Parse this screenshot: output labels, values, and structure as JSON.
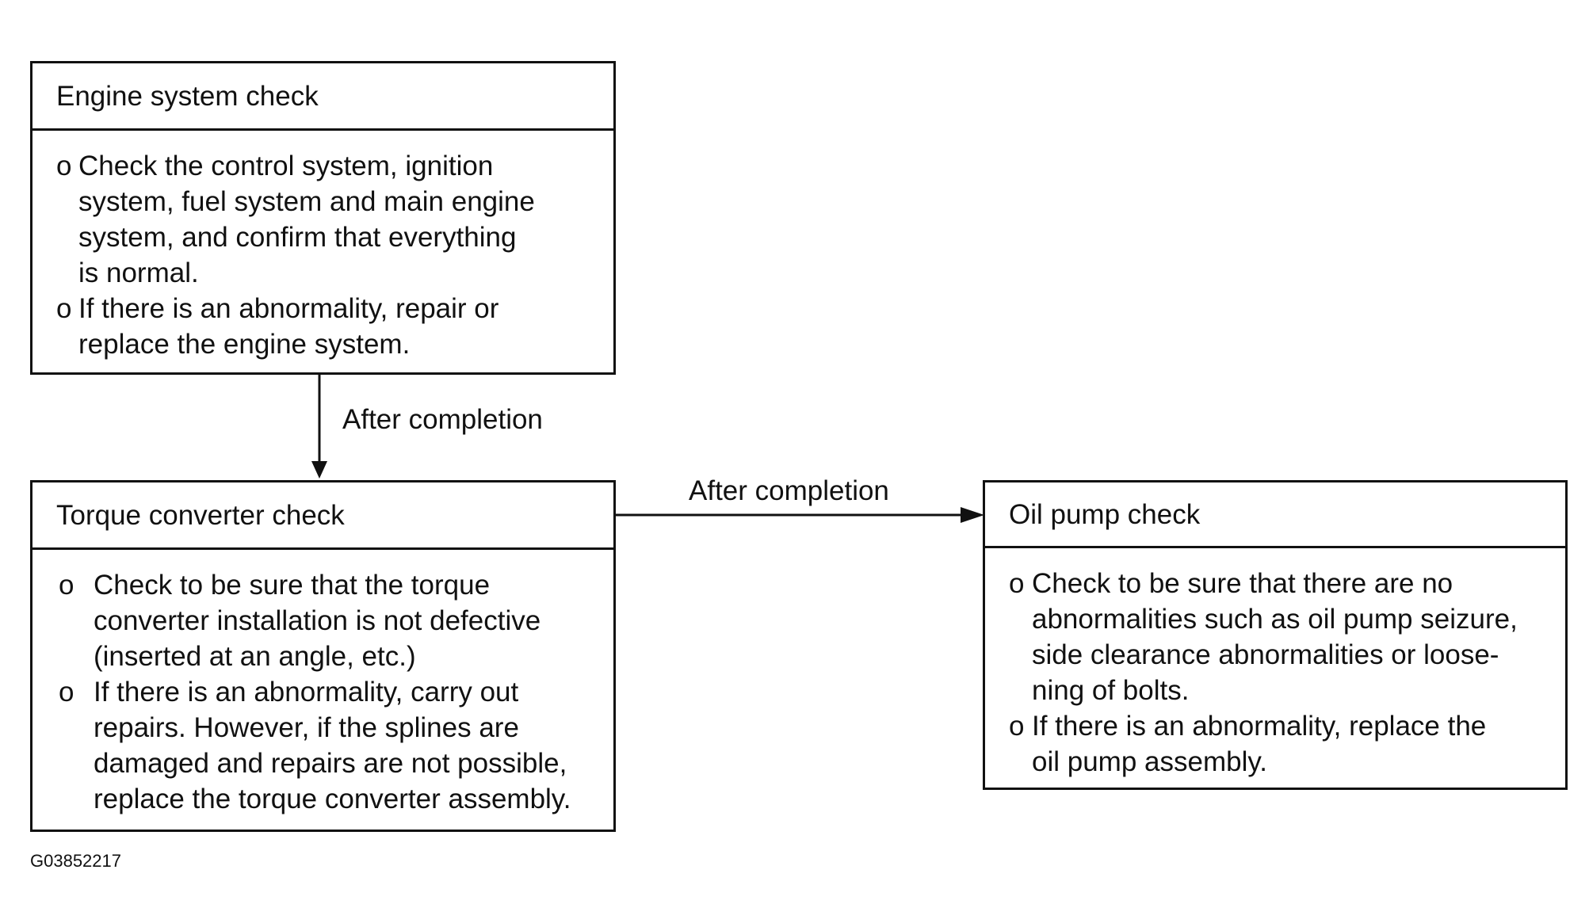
{
  "boxes": {
    "engine": {
      "title": "Engine system check",
      "bullets": [
        {
          "marker": "o",
          "lines": [
            "Check the control system, ignition",
            "system, fuel system and main engine",
            "system, and confirm that everything",
            "is normal."
          ]
        },
        {
          "marker": "o",
          "lines": [
            "If there is an abnormality, repair or",
            "replace the engine system."
          ]
        }
      ]
    },
    "torque": {
      "title": "Torque converter check",
      "bullets": [
        {
          "marker": "o",
          "lines": [
            "Check to be sure that the torque",
            "converter installation is not defective",
            "(inserted at an angle, etc.)"
          ]
        },
        {
          "marker": "o",
          "lines": [
            "If there is an abnormality, carry out",
            "repairs. However, if the splines are",
            "damaged and repairs are not possible,",
            "replace the torque converter assembly."
          ]
        }
      ]
    },
    "oilpump": {
      "title": "Oil pump check",
      "bullets": [
        {
          "marker": "o",
          "lines": [
            "Check to be sure that there are no",
            "abnormalities such as oil pump seizure,",
            "side clearance abnormalities or loose-",
            "ning of bolts."
          ]
        },
        {
          "marker": "o",
          "lines": [
            "If there is an abnormality, replace the",
            "oil pump assembly."
          ]
        }
      ]
    }
  },
  "arrows": {
    "engine_to_torque_label": "After completion",
    "torque_to_oilpump_label": "After completion"
  },
  "figure_code": "G03852217",
  "colors": {
    "line": "#111111",
    "background": "#ffffff"
  }
}
